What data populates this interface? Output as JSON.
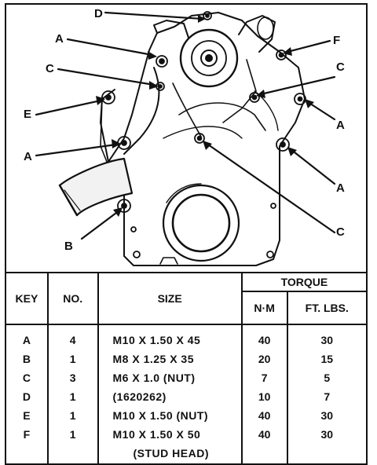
{
  "diagram": {
    "callouts": {
      "d_top": "D",
      "a_top_left": "A",
      "f_top_right": "F",
      "c_upper_left": "C",
      "c_upper_right": "C",
      "e_left": "E",
      "a_right_upper": "A",
      "a_left_mid": "A",
      "a_right_lower": "A",
      "c_lower_right": "C",
      "b_lower_left": "B"
    }
  },
  "table": {
    "headers": {
      "key": "KEY",
      "no": "NO.",
      "size": "SIZE",
      "torque": "TORQUE",
      "nm": "N·M",
      "ftlbs": "FT. LBS."
    },
    "rows": [
      {
        "key": "A",
        "no": "4",
        "size": "M10 X 1.50 X 45",
        "nm": "40",
        "ftlbs": "30"
      },
      {
        "key": "B",
        "no": "1",
        "size": "M8 X 1.25 X 35",
        "nm": "20",
        "ftlbs": "15"
      },
      {
        "key": "C",
        "no": "3",
        "size": "M6 X 1.0 (NUT)",
        "nm": "7",
        "ftlbs": "5"
      },
      {
        "key": "D",
        "no": "1",
        "size": "(1620262)",
        "nm": "10",
        "ftlbs": "7"
      },
      {
        "key": "E",
        "no": "1",
        "size": "M10 X 1.50 (NUT)",
        "nm": "40",
        "ftlbs": "30"
      },
      {
        "key": "F",
        "no": "1",
        "size": "M10 X 1.50 X 50",
        "nm": "40",
        "ftlbs": "30"
      }
    ],
    "note": "(STUD HEAD)"
  }
}
